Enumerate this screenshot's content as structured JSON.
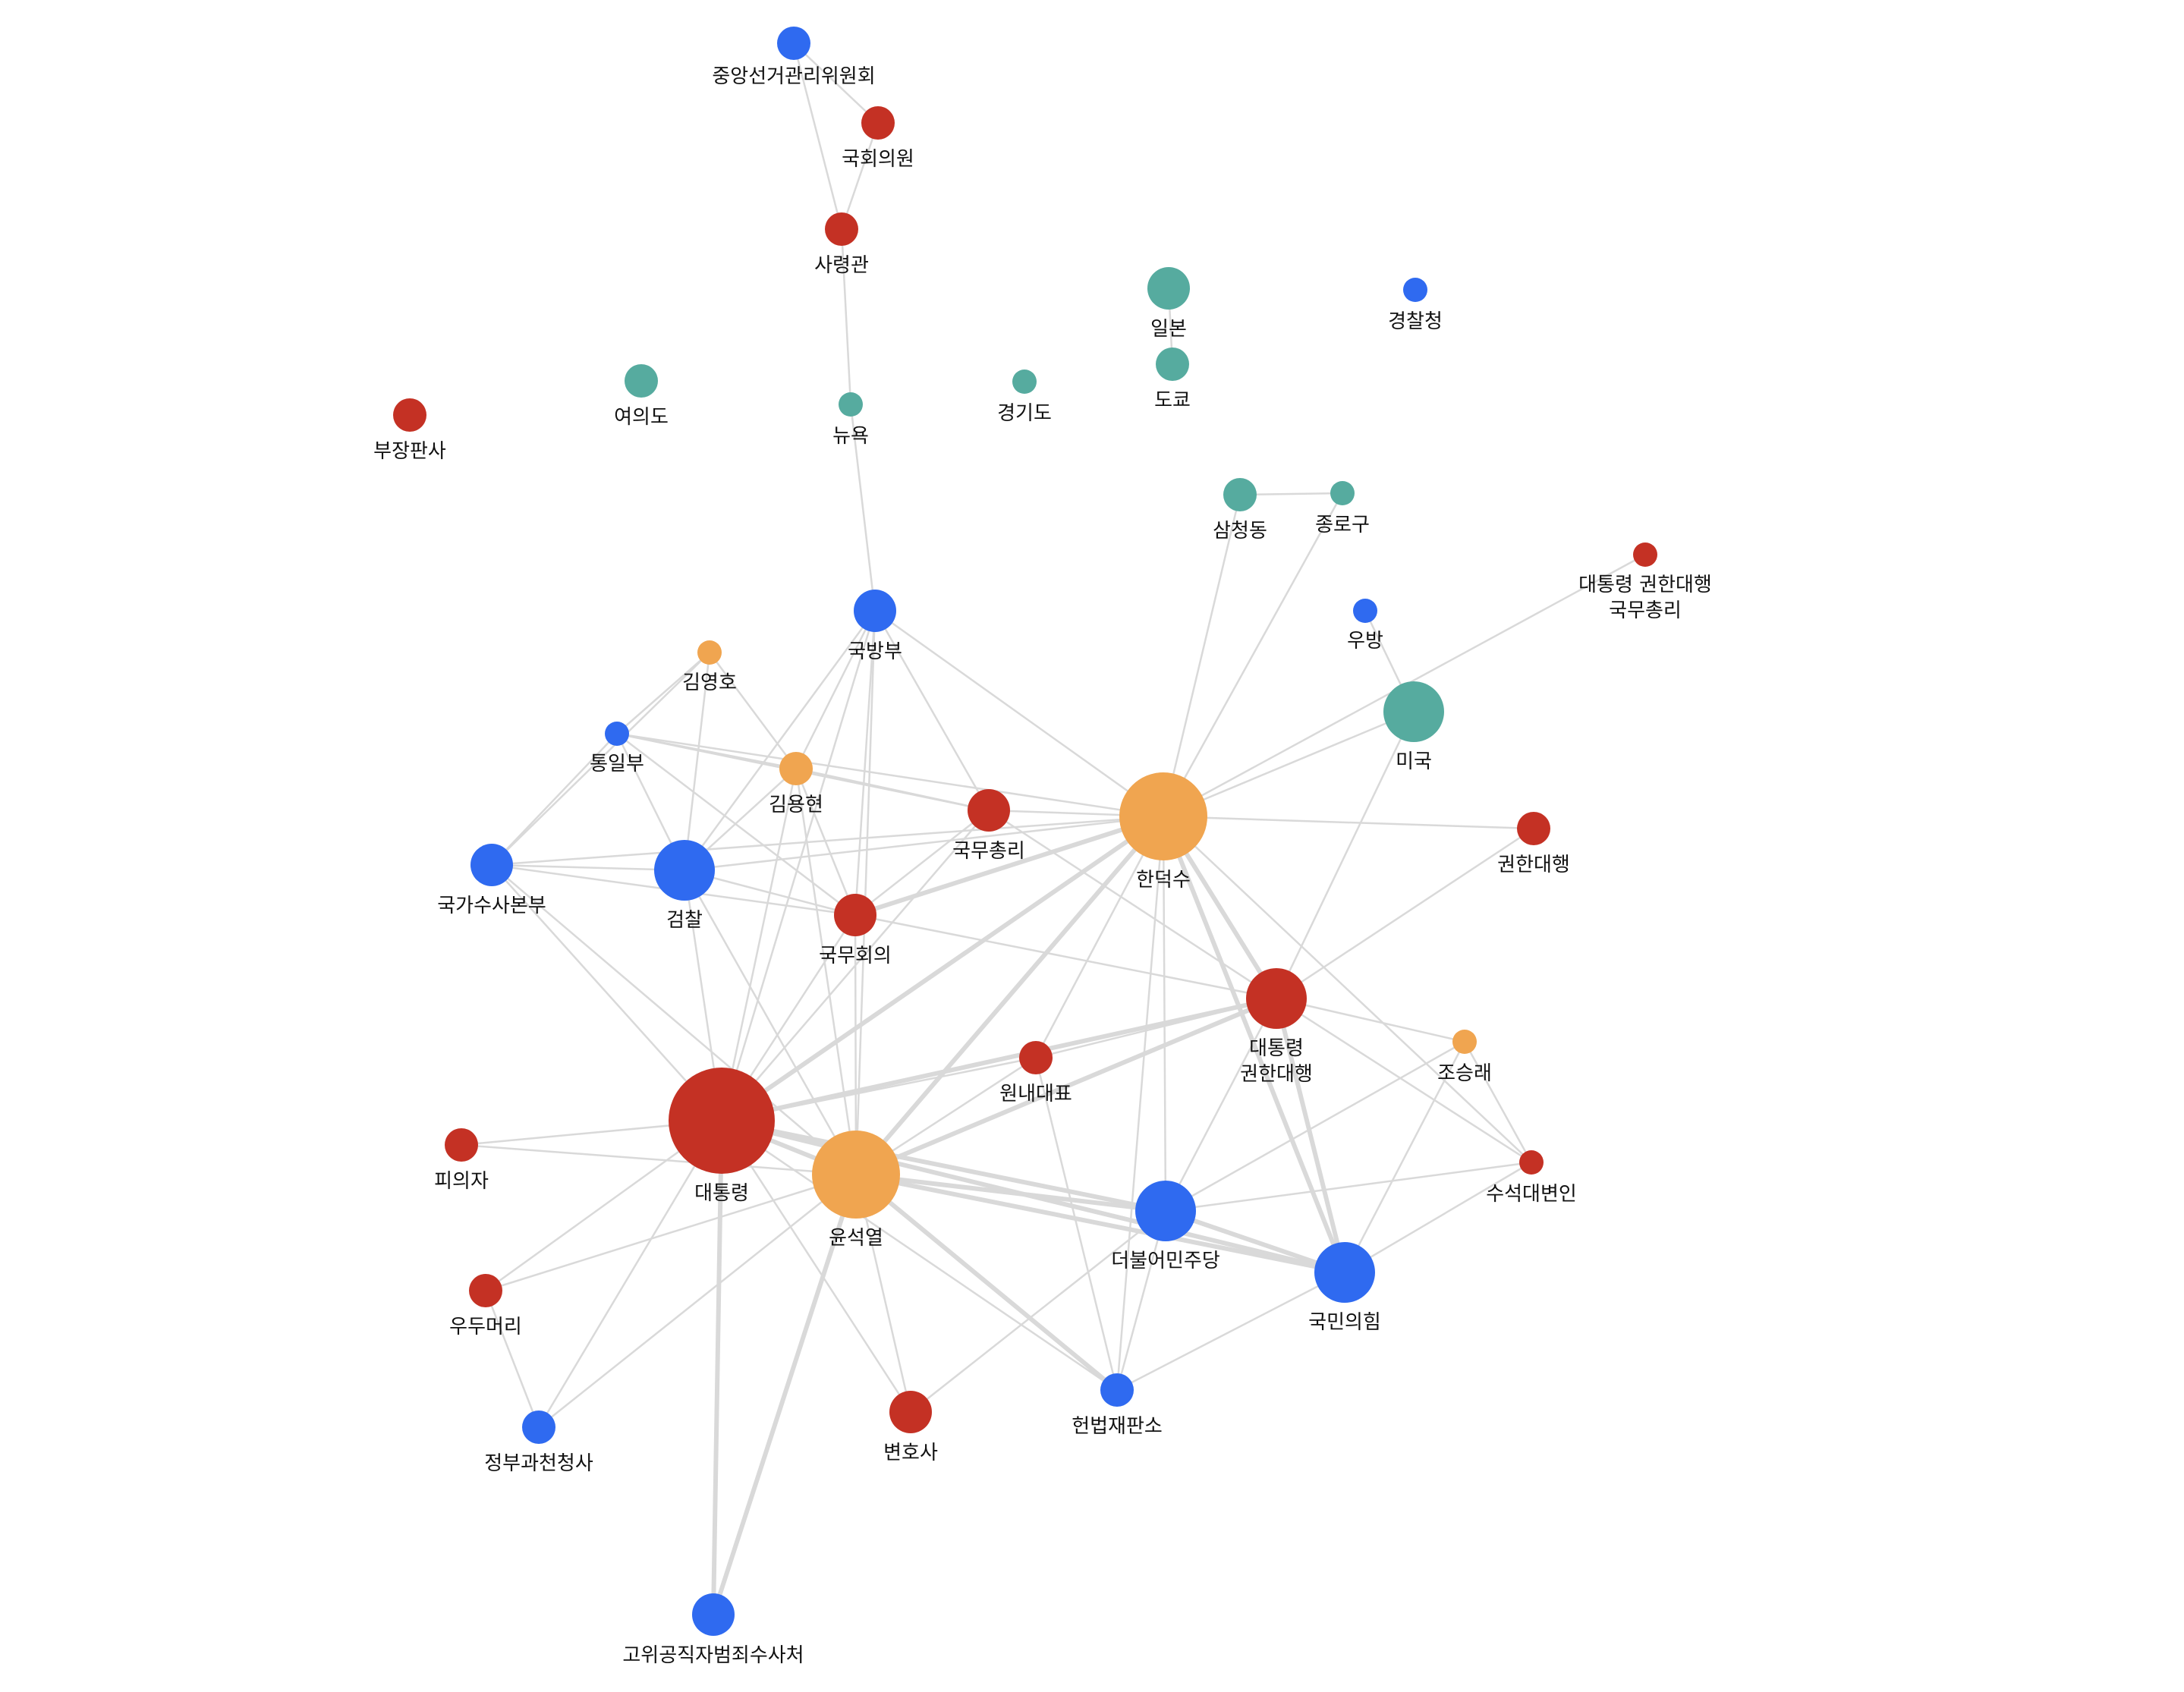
{
  "colors": {
    "person": "#f0a550",
    "role": "#c43124",
    "organization": "#2f6af0",
    "location": "#56ab9f",
    "edge": "#d9d9d9"
  },
  "nodes": [
    {
      "id": "n1",
      "label": [
        "중앙선거관리위원회"
      ],
      "type": "organization",
      "size": "s"
    },
    {
      "id": "n2",
      "label": [
        "국회의원"
      ],
      "type": "role",
      "size": "s"
    },
    {
      "id": "n3",
      "label": [
        "사령관"
      ],
      "type": "role",
      "size": "s"
    },
    {
      "id": "n4",
      "label": [
        "일본"
      ],
      "type": "location",
      "size": "m"
    },
    {
      "id": "n5",
      "label": [
        "경찰청"
      ],
      "type": "organization",
      "size": "xs"
    },
    {
      "id": "n6",
      "label": [
        "도쿄"
      ],
      "type": "location",
      "size": "s"
    },
    {
      "id": "n7",
      "label": [
        "여의도"
      ],
      "type": "location",
      "size": "s"
    },
    {
      "id": "n8",
      "label": [
        "경기도"
      ],
      "type": "location",
      "size": "xs"
    },
    {
      "id": "n9",
      "label": [
        "부장판사"
      ],
      "type": "role",
      "size": "s"
    },
    {
      "id": "n10",
      "label": [
        "뉴욕"
      ],
      "type": "location",
      "size": "xs"
    },
    {
      "id": "n11",
      "label": [
        "삼청동"
      ],
      "type": "location",
      "size": "s"
    },
    {
      "id": "n12",
      "label": [
        "종로구"
      ],
      "type": "location",
      "size": "xs"
    },
    {
      "id": "n13",
      "label": [
        "대통령 권한대행",
        "국무총리"
      ],
      "type": "role",
      "size": "xs"
    },
    {
      "id": "n14",
      "label": [
        "우방"
      ],
      "type": "organization",
      "size": "xs"
    },
    {
      "id": "n15",
      "label": [
        "국방부"
      ],
      "type": "organization",
      "size": "m"
    },
    {
      "id": "n16",
      "label": [
        "김영호"
      ],
      "type": "person",
      "size": "xs"
    },
    {
      "id": "n17",
      "label": [
        "미국"
      ],
      "type": "location",
      "size": "l"
    },
    {
      "id": "n18",
      "label": [
        "통일부"
      ],
      "type": "organization",
      "size": "xs"
    },
    {
      "id": "n19",
      "label": [
        "김용현"
      ],
      "type": "person",
      "size": "s"
    },
    {
      "id": "n20",
      "label": [
        "국무총리"
      ],
      "type": "role",
      "size": "m"
    },
    {
      "id": "n21",
      "label": [
        "한덕수"
      ],
      "type": "person",
      "size": "xl"
    },
    {
      "id": "n22",
      "label": [
        "권한대행"
      ],
      "type": "role",
      "size": "s"
    },
    {
      "id": "n23",
      "label": [
        "국가수사본부"
      ],
      "type": "organization",
      "size": "m"
    },
    {
      "id": "n24",
      "label": [
        "검찰"
      ],
      "type": "organization",
      "size": "l"
    },
    {
      "id": "n25",
      "label": [
        "국무회의"
      ],
      "type": "role",
      "size": "m"
    },
    {
      "id": "n26",
      "label": [
        "대통령",
        "권한대행"
      ],
      "type": "role",
      "size": "l"
    },
    {
      "id": "n27",
      "label": [
        "조승래"
      ],
      "type": "person",
      "size": "xs"
    },
    {
      "id": "n28",
      "label": [
        "원내대표"
      ],
      "type": "role",
      "size": "s"
    },
    {
      "id": "n29",
      "label": [
        "피의자"
      ],
      "type": "role",
      "size": "s"
    },
    {
      "id": "n30",
      "label": [
        "대통령"
      ],
      "type": "role",
      "size": "xxl"
    },
    {
      "id": "n31",
      "label": [
        "윤석열"
      ],
      "type": "person",
      "size": "xl"
    },
    {
      "id": "n32",
      "label": [
        "수석대변인"
      ],
      "type": "role",
      "size": "xs"
    },
    {
      "id": "n33",
      "label": [
        "더불어민주당"
      ],
      "type": "organization",
      "size": "l"
    },
    {
      "id": "n34",
      "label": [
        "국민의힘"
      ],
      "type": "organization",
      "size": "l"
    },
    {
      "id": "n35",
      "label": [
        "우두머리"
      ],
      "type": "role",
      "size": "s"
    },
    {
      "id": "n36",
      "label": [
        "변호사"
      ],
      "type": "role",
      "size": "m"
    },
    {
      "id": "n37",
      "label": [
        "정부과천청사"
      ],
      "type": "organization",
      "size": "s"
    },
    {
      "id": "n38",
      "label": [
        "헌법재판소"
      ],
      "type": "organization",
      "size": "s"
    },
    {
      "id": "n39",
      "label": [
        "고위공직자범죄수사처"
      ],
      "type": "organization",
      "size": "m"
    }
  ],
  "edges": [
    [
      "n1",
      "n2"
    ],
    [
      "n1",
      "n3"
    ],
    [
      "n2",
      "n3"
    ],
    [
      "n3",
      "n10"
    ],
    [
      "n10",
      "n15"
    ],
    [
      "n4",
      "n6"
    ],
    [
      "n11",
      "n12"
    ],
    [
      "n11",
      "n21"
    ],
    [
      "n12",
      "n21"
    ],
    [
      "n13",
      "n21"
    ],
    [
      "n14",
      "n17"
    ],
    [
      "n17",
      "n21"
    ],
    [
      "n17",
      "n26"
    ],
    [
      "n22",
      "n21"
    ],
    [
      "n22",
      "n26"
    ],
    [
      "n15",
      "n19"
    ],
    [
      "n15",
      "n24"
    ],
    [
      "n15",
      "n25"
    ],
    [
      "n15",
      "n30"
    ],
    [
      "n15",
      "n31"
    ],
    [
      "n15",
      "n21"
    ],
    [
      "n15",
      "n20"
    ],
    [
      "n16",
      "n18"
    ],
    [
      "n16",
      "n23"
    ],
    [
      "n16",
      "n24"
    ],
    [
      "n16",
      "n19"
    ],
    [
      "n18",
      "n23"
    ],
    [
      "n18",
      "n19"
    ],
    [
      "n18",
      "n20"
    ],
    [
      "n18",
      "n21"
    ],
    [
      "n18",
      "n24"
    ],
    [
      "n18",
      "n25"
    ],
    [
      "n19",
      "n24"
    ],
    [
      "n19",
      "n25"
    ],
    [
      "n19",
      "n30"
    ],
    [
      "n19",
      "n31"
    ],
    [
      "n19",
      "n20"
    ],
    [
      "n20",
      "n21"
    ],
    [
      "n20",
      "n25"
    ],
    [
      "n20",
      "n30"
    ],
    [
      "n20",
      "n26"
    ],
    [
      "n21",
      "n30"
    ],
    [
      "n21",
      "n31"
    ],
    [
      "n21",
      "n26"
    ],
    [
      "n21",
      "n28"
    ],
    [
      "n21",
      "n33"
    ],
    [
      "n21",
      "n34"
    ],
    [
      "n21",
      "n25"
    ],
    [
      "n21",
      "n24"
    ],
    [
      "n21",
      "n23"
    ],
    [
      "n21",
      "n38"
    ],
    [
      "n21",
      "n32"
    ],
    [
      "n23",
      "n24"
    ],
    [
      "n23",
      "n25"
    ],
    [
      "n23",
      "n30"
    ],
    [
      "n23",
      "n31"
    ],
    [
      "n24",
      "n30"
    ],
    [
      "n24",
      "n31"
    ],
    [
      "n24",
      "n25"
    ],
    [
      "n25",
      "n30"
    ],
    [
      "n25",
      "n31"
    ],
    [
      "n25",
      "n26"
    ],
    [
      "n26",
      "n30"
    ],
    [
      "n26",
      "n31"
    ],
    [
      "n26",
      "n28"
    ],
    [
      "n26",
      "n33"
    ],
    [
      "n26",
      "n34"
    ],
    [
      "n26",
      "n27"
    ],
    [
      "n26",
      "n32"
    ],
    [
      "n27",
      "n33"
    ],
    [
      "n27",
      "n34"
    ],
    [
      "n27",
      "n32"
    ],
    [
      "n28",
      "n30"
    ],
    [
      "n28",
      "n31"
    ],
    [
      "n28",
      "n38"
    ],
    [
      "n29",
      "n30"
    ],
    [
      "n29",
      "n31"
    ],
    [
      "n30",
      "n31"
    ],
    [
      "n30",
      "n33"
    ],
    [
      "n30",
      "n34"
    ],
    [
      "n30",
      "n35"
    ],
    [
      "n30",
      "n36"
    ],
    [
      "n30",
      "n37"
    ],
    [
      "n30",
      "n39"
    ],
    [
      "n30",
      "n38"
    ],
    [
      "n31",
      "n33"
    ],
    [
      "n31",
      "n34"
    ],
    [
      "n31",
      "n35"
    ],
    [
      "n31",
      "n36"
    ],
    [
      "n31",
      "n38"
    ],
    [
      "n31",
      "n39"
    ],
    [
      "n31",
      "n37"
    ],
    [
      "n32",
      "n33"
    ],
    [
      "n32",
      "n34"
    ],
    [
      "n33",
      "n34"
    ],
    [
      "n33",
      "n38"
    ],
    [
      "n33",
      "n36"
    ],
    [
      "n34",
      "n38"
    ],
    [
      "n35",
      "n37"
    ]
  ]
}
